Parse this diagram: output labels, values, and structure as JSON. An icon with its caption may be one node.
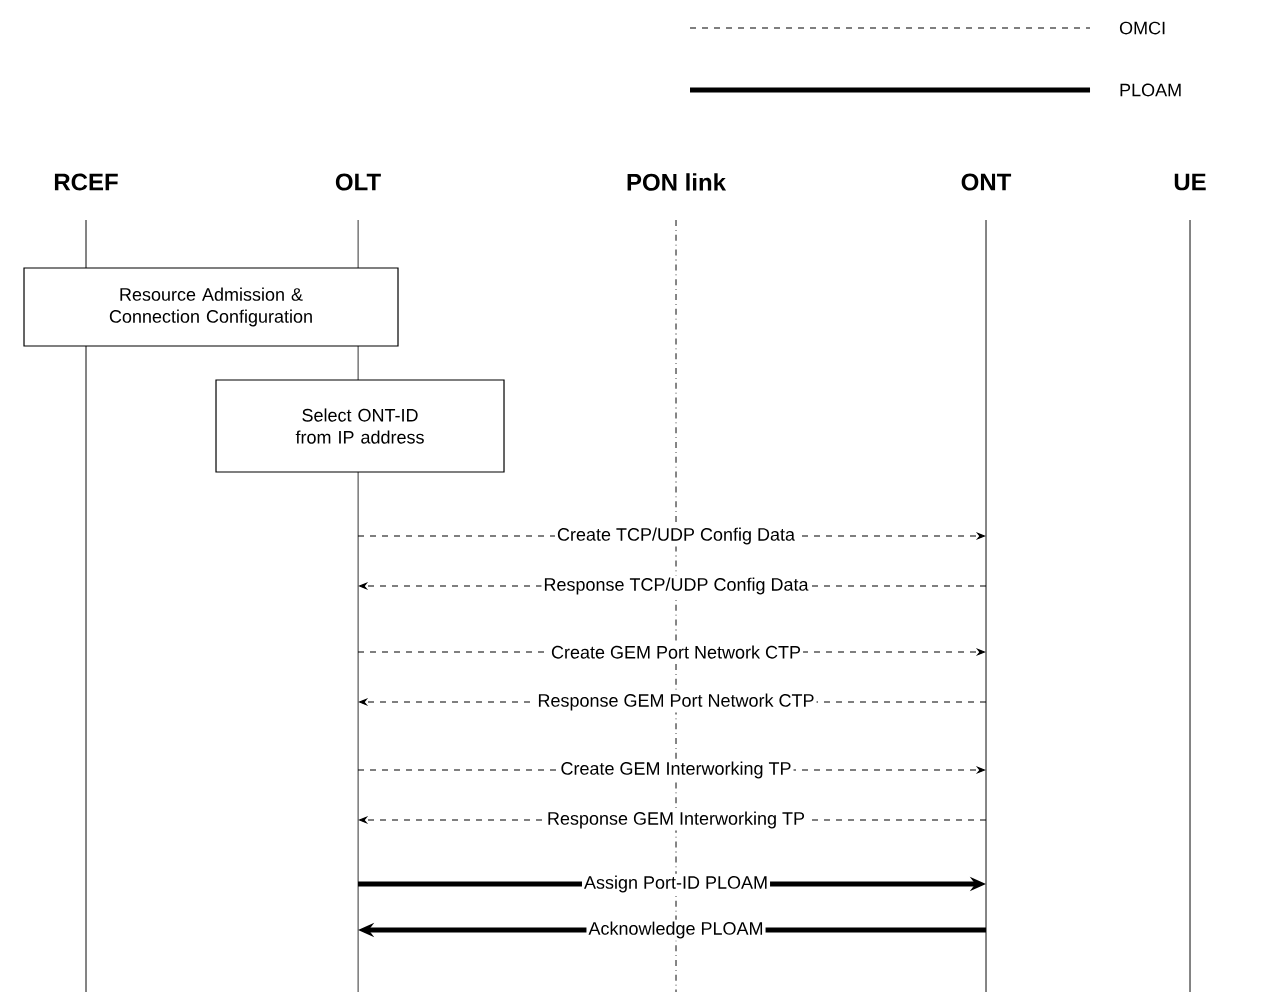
{
  "diagram": {
    "nodes": [
      {
        "text": [
          "RCEF"
        ]
      },
      {
        "text": [
          "OLT"
        ]
      },
      {
        "text": [
          "PON link"
        ]
      },
      {
        "text": [
          "ONT"
        ]
      },
      {
        "text": [
          "UE"
        ]
      },
      {
        "text": [
          "Resource Admission & Connection Configuration"
        ]
      },
      {
        "text": [
          "Select ONT-ID from IP address"
        ]
      }
    ],
    "edges": [
      {
        "from": 1,
        "to": 3,
        "arrow": "to",
        "label": "Create TCP/UDP Config Data",
        "style": "dashed"
      },
      {
        "from": 3,
        "to": 1,
        "arrow": "to",
        "label": "Response TCP/UDP Config Data",
        "style": "dashed"
      },
      {
        "from": 1,
        "to": 3,
        "arrow": "to",
        "label": "Create GEM Port Network CTP",
        "style": "dashed"
      },
      {
        "from": 3,
        "to": 1,
        "arrow": "to",
        "label": "Response GEM Port Network CTP",
        "style": "dashed"
      },
      {
        "from": 1,
        "to": 3,
        "arrow": "to",
        "label": "Create GEM Interworking TP",
        "style": "dashed"
      },
      {
        "from": 3,
        "to": 1,
        "arrow": "to",
        "label": "Response GEM Interworking TP",
        "style": "dashed"
      },
      {
        "from": 1,
        "to": 3,
        "arrow": "to",
        "label": "Assign Port-ID PLOAM",
        "style": "thick"
      },
      {
        "from": 3,
        "to": 1,
        "arrow": "to",
        "label": "Acknowledge PLOAM",
        "style": "thick"
      }
    ],
    "legend": [
      {
        "text": "OMCI"
      },
      {
        "text": "PLOAM"
      }
    ]
  }
}
